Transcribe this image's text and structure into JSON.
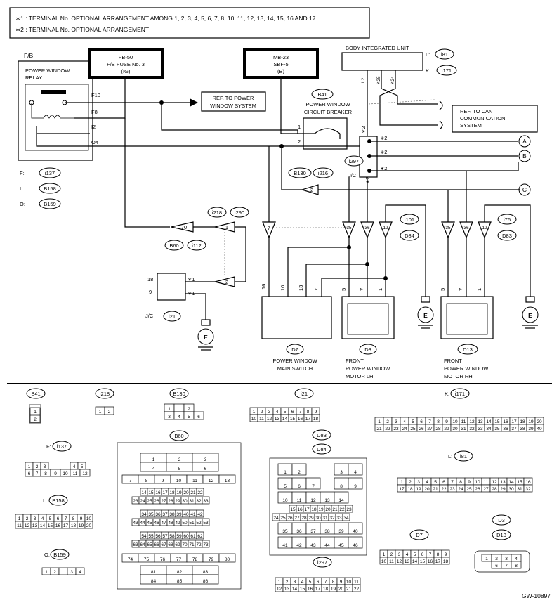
{
  "notes": {
    "line1": "∗1  : TERMINAL No. OPTIONAL ARRANGEMENT AMONG 1, 2, 3, 4, 5, 6, 7, 8, 10, 11, 12, 13, 14, 15, 16 AND 17",
    "line2": "∗2  : TERMINAL No. OPTIONAL ARRANGEMENT"
  },
  "fb": {
    "label": "F/B",
    "relay_l1": "POWER WINDOW",
    "relay_l2": "RELAY",
    "f10": "F10",
    "f8": "F8",
    "i2": "I2",
    "o4": "O4",
    "conn_f_prefix": "F:",
    "conn_f": "i137",
    "conn_i_prefix": "I:",
    "conn_i": "B158",
    "conn_o_prefix": "O:",
    "conn_o": "B159"
  },
  "fuse1": {
    "l1": "FB-50",
    "l2": "F/B FUSE No. 3",
    "l3": "(IG)"
  },
  "fuse2": {
    "l1": "MB-23",
    "l2": "SBF-5",
    "l3": "(B)"
  },
  "ref_pw": {
    "l1": "REF. TO POWER",
    "l2": "WINDOW SYSTEM"
  },
  "breaker": {
    "code": "B41",
    "l1": "POWER WINDOW",
    "l2": "CIRCUIT BREAKER",
    "p1": "1",
    "p2": "2"
  },
  "biu": {
    "title": "BODY INTEGRATED UNIT",
    "lp": "L:",
    "lc": "i81",
    "kp": "K:",
    "kc": "i171",
    "pin_l2": "L2",
    "pin_k25": "K25",
    "pin_k24": "K24"
  },
  "ref_can": {
    "l1": "REF. TO CAN",
    "l2": "COMMUNICATION",
    "l3": "SYSTEM"
  },
  "jc": {
    "code": "i297",
    "label": "J/C",
    "star2": "∗2"
  },
  "jc2": {
    "code": "i21",
    "label": "J/C",
    "pin18": "18",
    "pin9": "9",
    "star1": "∗1"
  },
  "markers": {
    "a": "A",
    "b": "B",
    "c": "C"
  },
  "c_b130": "B130",
  "c_i216": "i216",
  "c_i218": "i218",
  "c_i290": "i290",
  "c_b60": "B60",
  "c_i112": "i112",
  "c_i101": "i101",
  "c_d84": "D84",
  "c_i76": "i76",
  "c_d83": "D83",
  "pins": {
    "p2": "2",
    "p70": "70",
    "p1": "1",
    "p7": "7",
    "p35": "35",
    "p36": "36",
    "p12": "12",
    "p16": "16",
    "p10": "10",
    "p13": "13",
    "p5": "5"
  },
  "ground": "E",
  "d7": {
    "code": "D7",
    "l1": "POWER WINDOW",
    "l2": "MAIN SWITCH"
  },
  "d3": {
    "code": "D3",
    "l1": "FRONT",
    "l2": "POWER WINDOW",
    "l3": "MOTOR LH"
  },
  "d13": {
    "code": "D13",
    "l1": "FRONT",
    "l2": "POWER WINDOW",
    "l3": "MOTOR RH"
  },
  "bottom": {
    "b41": "B41",
    "i218": "i218",
    "b130": "B130",
    "i21": "i21",
    "kp": "K:",
    "i171": "i171",
    "fp": "F:",
    "i137": "i137",
    "b60": "B60",
    "d83": "D83",
    "d84": "D84",
    "lp": "L:",
    "i81": "i81",
    "ip": "I:",
    "b158": "B158",
    "d3": "D3",
    "d13": "D13",
    "d7": "D7",
    "op": "O:",
    "b159": "B159",
    "i297": "i297"
  },
  "footer": "GW-10897"
}
